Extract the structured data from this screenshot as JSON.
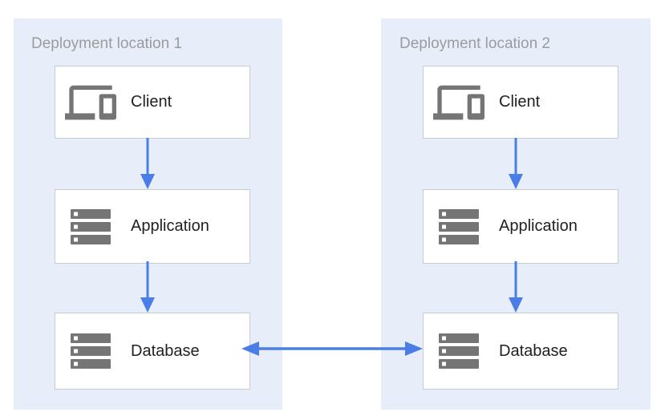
{
  "diagram": {
    "colors": {
      "page_bg": "#ffffff",
      "panel_bg": "#e7eef9",
      "box_bg": "#ffffff",
      "box_border": "#c9cccf",
      "title_gray": "#9a9c9e",
      "label_dark": "#212121",
      "icon_gray": "#757575",
      "arrow_blue": "#4a7de8"
    },
    "panels": [
      {
        "id": "deployment-location-1",
        "title": "Deployment location 1",
        "nodes": [
          {
            "id": "client-1",
            "label": "Client",
            "icon": "devices-icon"
          },
          {
            "id": "application-1",
            "label": "Application",
            "icon": "server-stack-icon"
          },
          {
            "id": "database-1",
            "label": "Database",
            "icon": "server-stack-icon"
          }
        ]
      },
      {
        "id": "deployment-location-2",
        "title": "Deployment location 2",
        "nodes": [
          {
            "id": "client-2",
            "label": "Client",
            "icon": "devices-icon"
          },
          {
            "id": "application-2",
            "label": "Application",
            "icon": "server-stack-icon"
          },
          {
            "id": "database-2",
            "label": "Database",
            "icon": "server-stack-icon"
          }
        ]
      }
    ],
    "edges": [
      {
        "from": "client-1",
        "to": "application-1",
        "type": "arrow-down"
      },
      {
        "from": "application-1",
        "to": "database-1",
        "type": "arrow-down"
      },
      {
        "from": "client-2",
        "to": "application-2",
        "type": "arrow-down"
      },
      {
        "from": "application-2",
        "to": "database-2",
        "type": "arrow-down"
      },
      {
        "from": "database-1",
        "to": "database-2",
        "type": "arrow-bidirectional"
      }
    ]
  }
}
